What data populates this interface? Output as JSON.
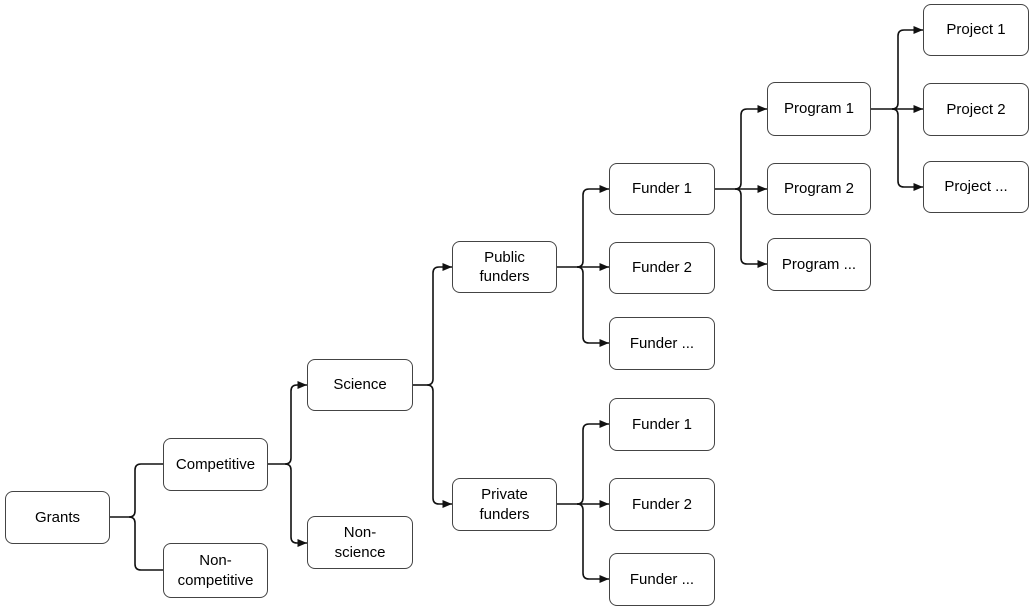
{
  "diagram": {
    "type": "tree-flowchart",
    "orientation": "left-to-right",
    "colors": {
      "background": "#ffffff",
      "box_fill": "#ffffff",
      "box_border": "#444444",
      "connector": "#111111",
      "text": "#000000"
    },
    "nodes": {
      "grants": {
        "label": "Grants"
      },
      "competitive": {
        "label": "Competitive"
      },
      "non_competitive": {
        "label": "Non-\ncompetitive"
      },
      "science": {
        "label": "Science"
      },
      "non_science": {
        "label": "Non-\nscience"
      },
      "public_funders": {
        "label": "Public\nfunders"
      },
      "private_funders": {
        "label": "Private\nfunders"
      },
      "pub_funder_1": {
        "label": "Funder 1"
      },
      "pub_funder_2": {
        "label": "Funder 2"
      },
      "pub_funder_more": {
        "label": "Funder ..."
      },
      "priv_funder_1": {
        "label": "Funder 1"
      },
      "priv_funder_2": {
        "label": "Funder 2"
      },
      "priv_funder_more": {
        "label": "Funder ..."
      },
      "program_1": {
        "label": "Program 1"
      },
      "program_2": {
        "label": "Program 2"
      },
      "program_more": {
        "label": "Program ..."
      },
      "project_1": {
        "label": "Project 1"
      },
      "project_2": {
        "label": "Project 2"
      },
      "project_more": {
        "label": "Project ..."
      }
    },
    "edges": [
      {
        "from": "grants",
        "to": "competitive",
        "arrow": false
      },
      {
        "from": "grants",
        "to": "non_competitive",
        "arrow": false
      },
      {
        "from": "competitive",
        "to": "science",
        "arrow": true
      },
      {
        "from": "competitive",
        "to": "non_science",
        "arrow": true
      },
      {
        "from": "science",
        "to": "public_funders",
        "arrow": true
      },
      {
        "from": "science",
        "to": "private_funders",
        "arrow": true
      },
      {
        "from": "public_funders",
        "to": "pub_funder_1",
        "arrow": true
      },
      {
        "from": "public_funders",
        "to": "pub_funder_2",
        "arrow": true
      },
      {
        "from": "public_funders",
        "to": "pub_funder_more",
        "arrow": true
      },
      {
        "from": "private_funders",
        "to": "priv_funder_1",
        "arrow": true
      },
      {
        "from": "private_funders",
        "to": "priv_funder_2",
        "arrow": true
      },
      {
        "from": "private_funders",
        "to": "priv_funder_more",
        "arrow": true
      },
      {
        "from": "pub_funder_1",
        "to": "program_1",
        "arrow": true
      },
      {
        "from": "pub_funder_1",
        "to": "program_2",
        "arrow": true
      },
      {
        "from": "pub_funder_1",
        "to": "program_more",
        "arrow": true
      },
      {
        "from": "program_1",
        "to": "project_1",
        "arrow": true
      },
      {
        "from": "program_1",
        "to": "project_2",
        "arrow": true
      },
      {
        "from": "program_1",
        "to": "project_more",
        "arrow": true
      }
    ]
  }
}
